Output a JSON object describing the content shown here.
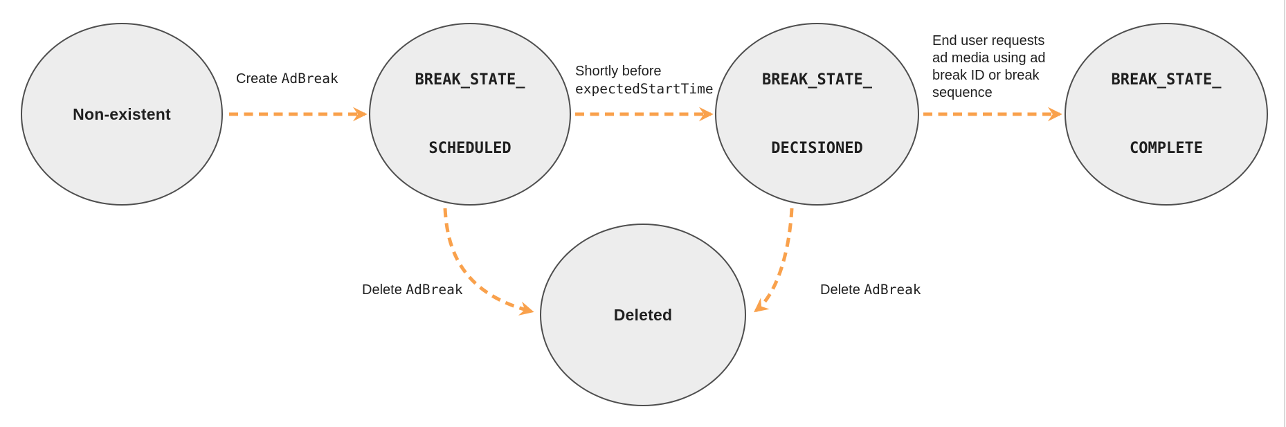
{
  "diagram": {
    "states": [
      {
        "id": "non-existent",
        "label": "Non-existent"
      },
      {
        "id": "break-state-scheduled",
        "label_line1": "BREAK_STATE_",
        "label_line2": "SCHEDULED"
      },
      {
        "id": "break-state-decisioned",
        "label_line1": "BREAK_STATE_",
        "label_line2": "DECISIONED"
      },
      {
        "id": "break-state-complete",
        "label_line1": "BREAK_STATE_",
        "label_line2": "COMPLETE"
      },
      {
        "id": "deleted",
        "label": "Deleted"
      }
    ],
    "transitions": [
      {
        "from": "non-existent",
        "to": "break-state-scheduled",
        "label_plain": "Create ",
        "label_code": "AdBreak"
      },
      {
        "from": "break-state-scheduled",
        "to": "break-state-decisioned",
        "label_plain": "Shortly before",
        "label_code": "expectedStartTime"
      },
      {
        "from": "break-state-decisioned",
        "to": "break-state-complete",
        "label_lines": [
          "End user requests",
          "ad media using ad",
          "break ID or break",
          "sequence"
        ]
      },
      {
        "from": "break-state-scheduled",
        "to": "deleted",
        "label_plain": "Delete ",
        "label_code": "AdBreak"
      },
      {
        "from": "break-state-decisioned",
        "to": "deleted",
        "label_plain": "Delete ",
        "label_code": "AdBreak"
      }
    ],
    "colors": {
      "arrow": "#F9A14C",
      "circle_fill": "#EDEDED",
      "circle_stroke": "#4E4E4E",
      "text": "#1F1F1F"
    }
  }
}
